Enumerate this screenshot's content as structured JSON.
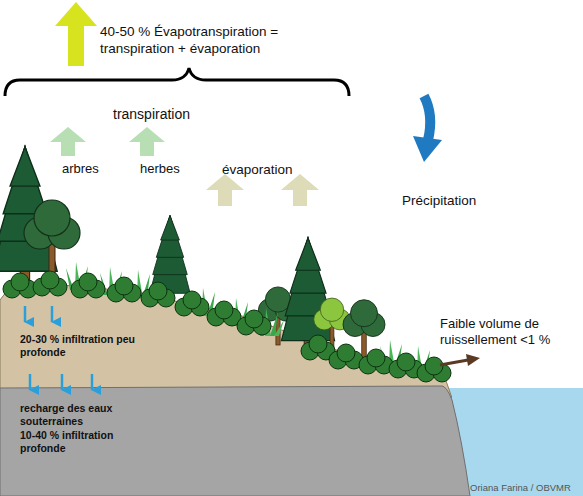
{
  "diagram": {
    "nodes": [
      {
        "text": [
          "20-30 % infiltration peu profonde"
        ]
      },
      {
        "text": [
          "recharge des eaux souterraines",
          "10-40 % infiltration profonde"
        ]
      }
    ],
    "labels": [
      "40-50 % Évapotranspiration = transpiration + évaporation",
      "transpiration",
      "arbres",
      "herbes",
      "évaporation",
      "Précipitation",
      "Faible volume de ruissellement <1 %",
      "Oriana Farina / OBVMR"
    ]
  }
}
